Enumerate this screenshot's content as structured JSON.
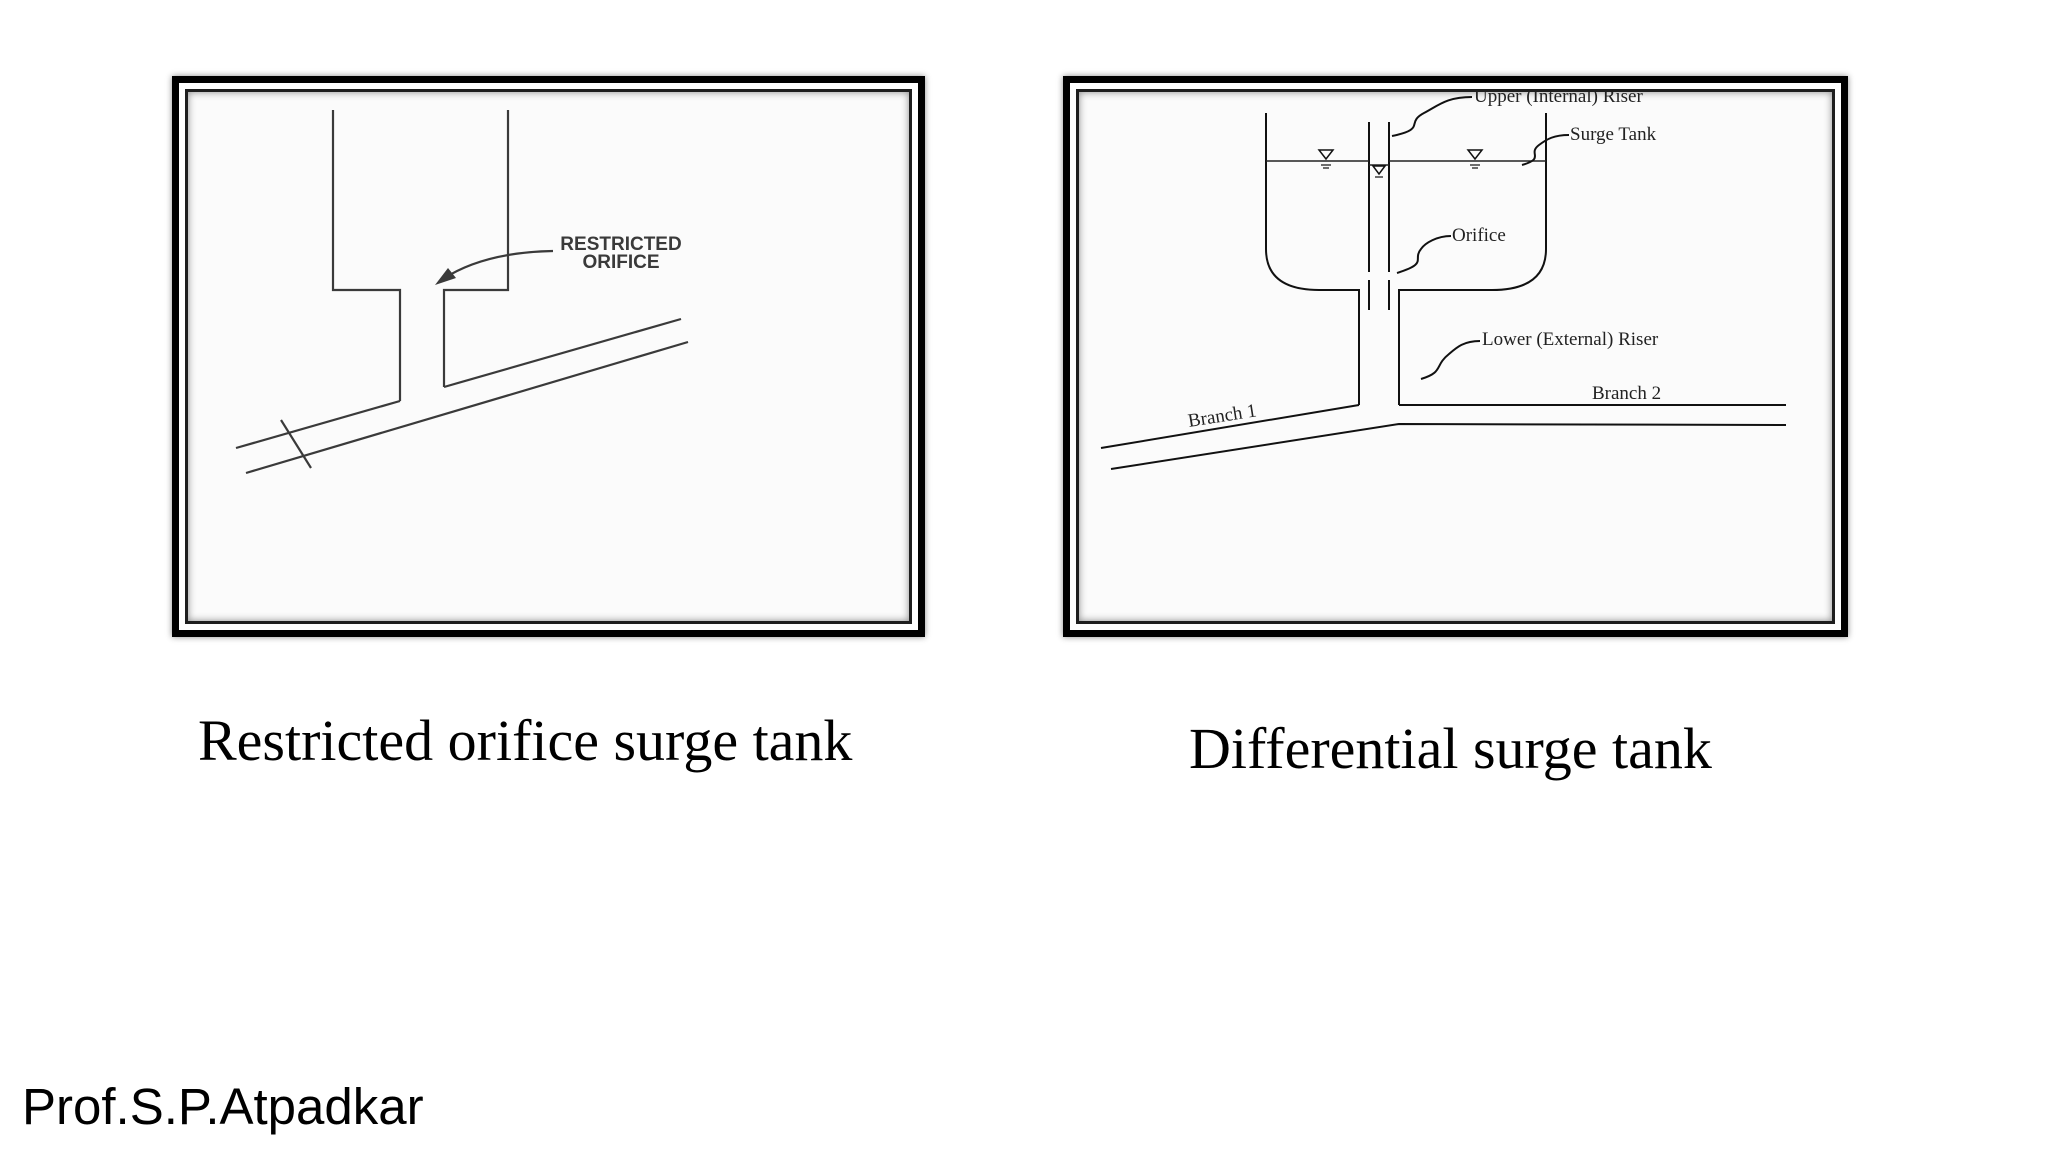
{
  "left_figure": {
    "label_line1": "RESTRICTED",
    "label_line2": "ORIFICE",
    "caption": "Restricted orifice surge tank"
  },
  "right_figure": {
    "labels": {
      "upper_riser": "Upper (Internal) Riser",
      "surge_tank": "Surge Tank",
      "orifice": "Orifice",
      "lower_riser": "Lower (External) Riser",
      "branch_1": "Branch 1",
      "branch_2": "Branch 2"
    },
    "caption": "Differential surge tank"
  },
  "author": "Prof.S.P.Atpadkar"
}
